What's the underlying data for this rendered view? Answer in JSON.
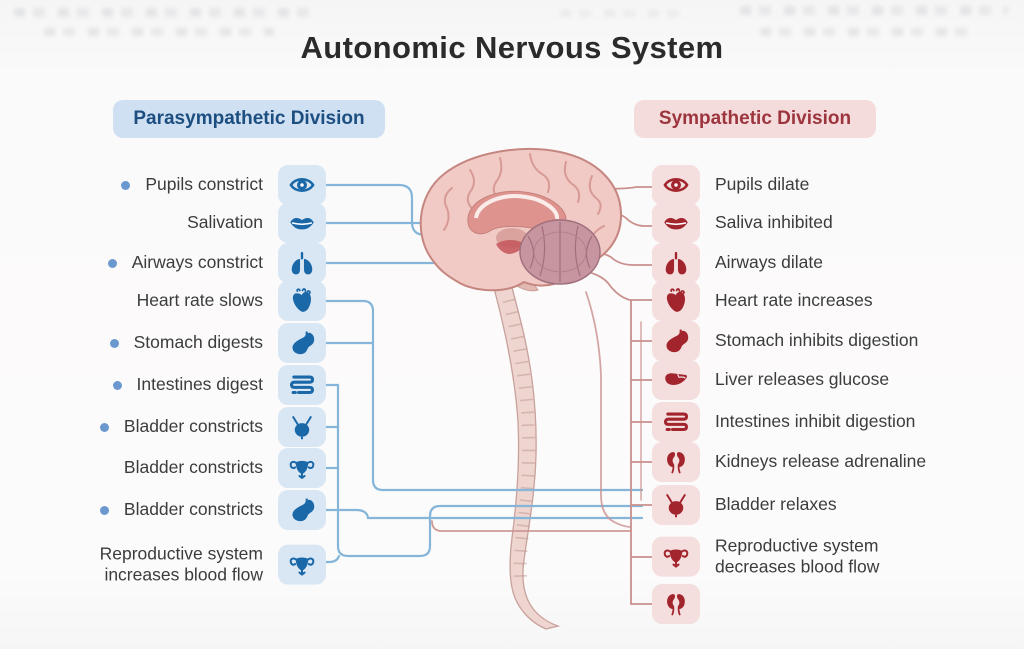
{
  "title": "Autonomic Nervous System",
  "divisions": {
    "parasympathetic": {
      "label": "Parasympathetic Division",
      "accent_color": "#1c4e80",
      "badge_bg": "#cfe0f2",
      "icon_color": "#1a68a8",
      "icon_bg": "#d9e6f4",
      "line_color": "#85b6d9",
      "bullet_color": "#6b99cf",
      "items": [
        {
          "label": "Pupils constrict",
          "icon": "eye-icon",
          "bullet": true
        },
        {
          "label": "Salivation",
          "icon": "lips-icon",
          "bullet": false
        },
        {
          "label": "Airways constrict",
          "icon": "lungs-icon",
          "bullet": true
        },
        {
          "label": "Heart rate slows",
          "icon": "heart-icon",
          "bullet": false
        },
        {
          "label": "Stomach digests",
          "icon": "stomach-icon",
          "bullet": true
        },
        {
          "label": "Intestines digest",
          "icon": "intestines-icon",
          "bullet": true
        },
        {
          "label": "Bladder constricts",
          "icon": "bladder-icon",
          "bullet": true
        },
        {
          "label": "Bladder constricts",
          "icon": "uterus-icon",
          "bullet": false
        },
        {
          "label": "Bladder constricts",
          "icon": "stomach-icon",
          "bullet": true
        },
        {
          "label": "Reproductive system increases blood flow",
          "icon": "uterus-icon",
          "bullet": false
        }
      ]
    },
    "sympathetic": {
      "label": "Sympathetic Division",
      "accent_color": "#9c353e",
      "badge_bg": "#f5dcdc",
      "icon_color": "#a2242c",
      "icon_bg": "#f4dede",
      "line_color": "#c9908e",
      "items": [
        {
          "label": "Pupils dilate",
          "icon": "eye-icon"
        },
        {
          "label": "Saliva inhibited",
          "icon": "lips-icon"
        },
        {
          "label": "Airways dilate",
          "icon": "lungs-icon"
        },
        {
          "label": "Heart rate increases",
          "icon": "heart-icon"
        },
        {
          "label": "Stomach inhibits digestion",
          "icon": "stomach-icon"
        },
        {
          "label": "Liver releases glucose",
          "icon": "liver-icon"
        },
        {
          "label": "Intestines inhibit digestion",
          "icon": "intestines-icon"
        },
        {
          "label": "Kidneys release adrenaline",
          "icon": "kidneys-icon"
        },
        {
          "label": "Bladder relaxes",
          "icon": "bladder-icon"
        },
        {
          "label": "Reproductive system decreases blood flow",
          "icon": "uterus-icon"
        },
        {
          "label": "",
          "icon": "kidneys-icon"
        }
      ]
    }
  },
  "illustration": {
    "name": "brain-and-spinal-cord"
  }
}
